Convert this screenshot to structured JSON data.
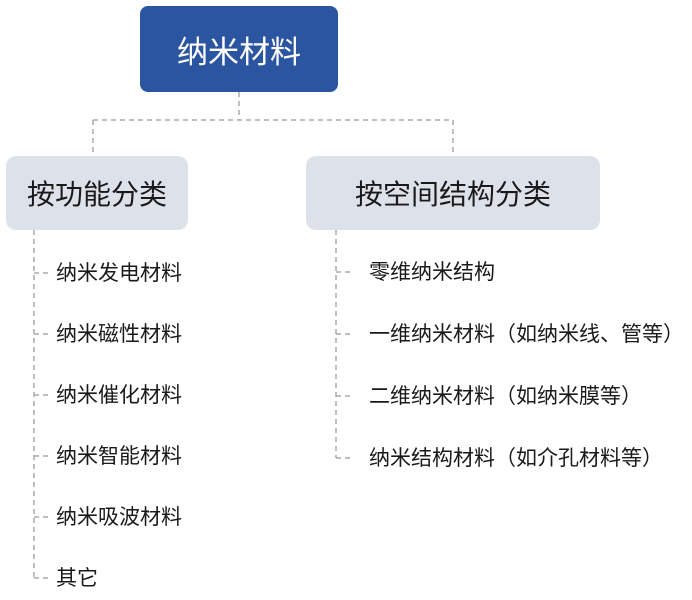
{
  "root": {
    "label": "纳米材料"
  },
  "categories": [
    {
      "label": "按功能分类",
      "items": [
        "纳米发电材料",
        "纳米磁性材料",
        "纳米催化材料",
        "纳米智能材料",
        "纳米吸波材料",
        "其它"
      ]
    },
    {
      "label": "按空间结构分类",
      "items": [
        "零维纳米结构",
        "一维纳米材料（如纳米线、管等）",
        "二维纳米材料（如纳米膜等）",
        "纳米结构材料（如介孔材料等）"
      ]
    }
  ],
  "colors": {
    "root_fill": "#2c55a1",
    "category_fill": "#dde2ea",
    "connector": "#aaaaaa"
  }
}
